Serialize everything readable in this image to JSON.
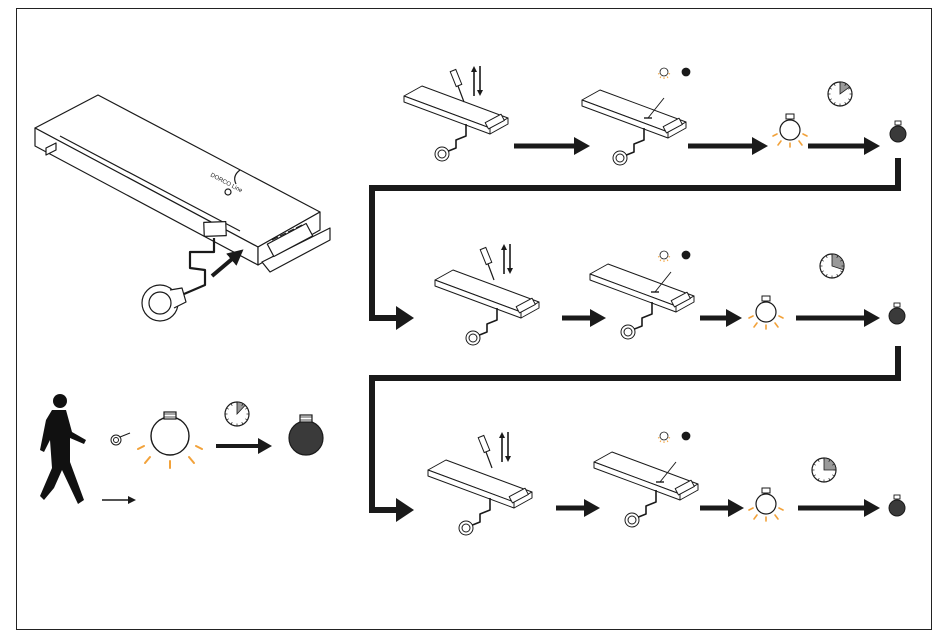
{
  "device": {
    "brand_label": "DORCO Line"
  },
  "colors": {
    "ink": "#1a1a1a",
    "light_ray": "#f2a23a",
    "bulb_on_fill": "#ffffff",
    "bulb_off_fill": "#3a3a3a",
    "timer_wedge": "#9a9a9a"
  },
  "icons": [
    "walking-person-icon",
    "motion-sensor-icon",
    "bulb-on-icon",
    "bulb-off-icon",
    "timer-icon",
    "screwdriver-icon",
    "adjust-arrows-icon",
    "flow-arrow-icon"
  ],
  "sequences": [
    {
      "timer_fraction": 0.15
    },
    {
      "timer_fraction": 0.3
    },
    {
      "timer_fraction": 0.25
    }
  ],
  "left_panel": {
    "timer_fraction": 0.12
  }
}
